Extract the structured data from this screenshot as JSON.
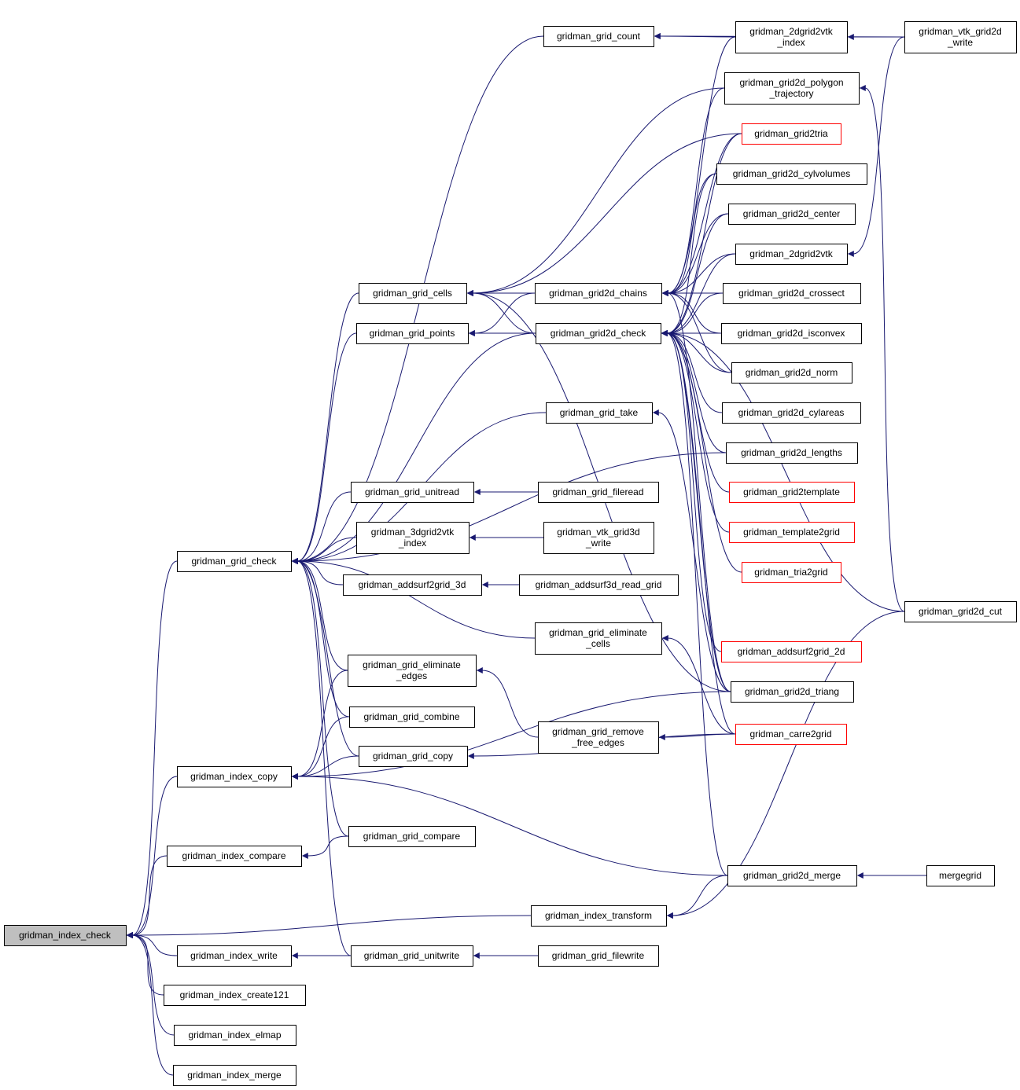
{
  "nodes": [
    {
      "id": "index_check",
      "lines": [
        "gridman_index_check"
      ],
      "current": true
    },
    {
      "id": "grid_check",
      "lines": [
        "gridman_grid_check"
      ]
    },
    {
      "id": "index_copy",
      "lines": [
        "gridman_index_copy"
      ]
    },
    {
      "id": "index_compare",
      "lines": [
        "gridman_index_compare"
      ]
    },
    {
      "id": "index_write",
      "lines": [
        "gridman_index_write"
      ]
    },
    {
      "id": "index_create121",
      "lines": [
        "gridman_index_create121"
      ]
    },
    {
      "id": "index_elmap",
      "lines": [
        "gridman_index_elmap"
      ]
    },
    {
      "id": "index_merge",
      "lines": [
        "gridman_index_merge"
      ]
    },
    {
      "id": "grid_count",
      "lines": [
        "gridman_grid_count"
      ]
    },
    {
      "id": "grid_cells",
      "lines": [
        "gridman_grid_cells"
      ]
    },
    {
      "id": "grid_points",
      "lines": [
        "gridman_grid_points"
      ]
    },
    {
      "id": "grid_unitread",
      "lines": [
        "gridman_grid_unitread"
      ]
    },
    {
      "id": "g3dgrid2vtk_index",
      "lines": [
        "gridman_3dgrid2vtk",
        "_index"
      ]
    },
    {
      "id": "addsurf2grid_3d",
      "lines": [
        "gridman_addsurf2grid_3d"
      ]
    },
    {
      "id": "grid_eliminate_edges",
      "lines": [
        "gridman_grid_eliminate",
        "_edges"
      ]
    },
    {
      "id": "grid_combine",
      "lines": [
        "gridman_grid_combine"
      ]
    },
    {
      "id": "grid_copy",
      "lines": [
        "gridman_grid_copy"
      ]
    },
    {
      "id": "grid_compare",
      "lines": [
        "gridman_grid_compare"
      ]
    },
    {
      "id": "grid_unitwrite",
      "lines": [
        "gridman_grid_unitwrite"
      ]
    },
    {
      "id": "grid2d_chains",
      "lines": [
        "gridman_grid2d_chains"
      ]
    },
    {
      "id": "grid2d_check",
      "lines": [
        "gridman_grid2d_check"
      ]
    },
    {
      "id": "grid_take",
      "lines": [
        "gridman_grid_take"
      ]
    },
    {
      "id": "grid_fileread",
      "lines": [
        "gridman_grid_fileread"
      ]
    },
    {
      "id": "vtk_grid3d_write",
      "lines": [
        "gridman_vtk_grid3d",
        "_write"
      ]
    },
    {
      "id": "addsurf3d_read_grid",
      "lines": [
        "gridman_addsurf3d_read_grid"
      ]
    },
    {
      "id": "grid_eliminate_cells",
      "lines": [
        "gridman_grid_eliminate",
        "_cells"
      ]
    },
    {
      "id": "grid_remove_free_edges",
      "lines": [
        "gridman_grid_remove",
        "_free_edges"
      ]
    },
    {
      "id": "index_transform",
      "lines": [
        "gridman_index_transform"
      ]
    },
    {
      "id": "grid_filewrite",
      "lines": [
        "gridman_grid_filewrite"
      ]
    },
    {
      "id": "g2dgrid2vtk_index",
      "lines": [
        "gridman_2dgrid2vtk",
        "_index"
      ]
    },
    {
      "id": "grid2d_polygon_trajectory",
      "lines": [
        "gridman_grid2d_polygon",
        "_trajectory"
      ]
    },
    {
      "id": "grid2tria",
      "lines": [
        "gridman_grid2tria"
      ],
      "red": true
    },
    {
      "id": "grid2d_cylvolumes",
      "lines": [
        "gridman_grid2d_cylvolumes"
      ]
    },
    {
      "id": "grid2d_center",
      "lines": [
        "gridman_grid2d_center"
      ]
    },
    {
      "id": "g2dgrid2vtk",
      "lines": [
        "gridman_2dgrid2vtk"
      ]
    },
    {
      "id": "grid2d_crossect",
      "lines": [
        "gridman_grid2d_crossect"
      ]
    },
    {
      "id": "grid2d_isconvex",
      "lines": [
        "gridman_grid2d_isconvex"
      ]
    },
    {
      "id": "grid2d_norm",
      "lines": [
        "gridman_grid2d_norm"
      ]
    },
    {
      "id": "grid2d_cylareas",
      "lines": [
        "gridman_grid2d_cylareas"
      ]
    },
    {
      "id": "grid2d_lengths",
      "lines": [
        "gridman_grid2d_lengths"
      ]
    },
    {
      "id": "grid2template",
      "lines": [
        "gridman_grid2template"
      ],
      "red": true
    },
    {
      "id": "template2grid",
      "lines": [
        "gridman_template2grid"
      ],
      "red": true
    },
    {
      "id": "tria2grid",
      "lines": [
        "gridman_tria2grid"
      ],
      "red": true
    },
    {
      "id": "addsurf2grid_2d",
      "lines": [
        "gridman_addsurf2grid_2d"
      ],
      "red": true
    },
    {
      "id": "grid2d_triang",
      "lines": [
        "gridman_grid2d_triang"
      ]
    },
    {
      "id": "carre2grid",
      "lines": [
        "gridman_carre2grid"
      ],
      "red": true
    },
    {
      "id": "grid2d_merge",
      "lines": [
        "gridman_grid2d_merge"
      ]
    },
    {
      "id": "vtk_grid2d_write",
      "lines": [
        "gridman_vtk_grid2d",
        "_write"
      ]
    },
    {
      "id": "grid2d_cut",
      "lines": [
        "gridman_grid2d_cut"
      ]
    },
    {
      "id": "mergegrid",
      "lines": [
        "mergegrid"
      ]
    }
  ],
  "edges": [
    [
      "index_check",
      "grid_check"
    ],
    [
      "index_check",
      "index_copy"
    ],
    [
      "index_check",
      "index_compare"
    ],
    [
      "index_check",
      "index_write"
    ],
    [
      "index_check",
      "index_create121"
    ],
    [
      "index_check",
      "index_elmap"
    ],
    [
      "index_check",
      "index_merge"
    ],
    [
      "index_check",
      "index_transform"
    ],
    [
      "grid_check",
      "grid_count"
    ],
    [
      "grid_check",
      "grid_cells"
    ],
    [
      "grid_check",
      "grid_points"
    ],
    [
      "grid_check",
      "grid2d_check"
    ],
    [
      "grid_check",
      "grid_take"
    ],
    [
      "grid_check",
      "grid2d_lengths"
    ],
    [
      "grid_check",
      "grid_unitread"
    ],
    [
      "grid_check",
      "g3dgrid2vtk_index"
    ],
    [
      "grid_check",
      "addsurf2grid_3d"
    ],
    [
      "grid_check",
      "grid_eliminate_cells"
    ],
    [
      "grid_check",
      "grid_eliminate_edges"
    ],
    [
      "grid_check",
      "grid_combine"
    ],
    [
      "grid_check",
      "grid_copy"
    ],
    [
      "grid_check",
      "grid_compare"
    ],
    [
      "grid_check",
      "grid_unitwrite"
    ],
    [
      "grid_count",
      "g2dgrid2vtk_index"
    ],
    [
      "grid_count",
      "vtk_grid2d_write"
    ],
    [
      "grid_cells",
      "grid2d_chains"
    ],
    [
      "grid_cells",
      "grid2d_check"
    ],
    [
      "grid_cells",
      "grid2d_polygon_trajectory"
    ],
    [
      "grid_cells",
      "grid2tria"
    ],
    [
      "grid_cells",
      "grid2d_triang"
    ],
    [
      "grid_points",
      "grid2d_chains"
    ],
    [
      "grid_points",
      "grid2d_check"
    ],
    [
      "grid2d_chains",
      "g2dgrid2vtk_index"
    ],
    [
      "grid2d_chains",
      "grid2d_polygon_trajectory"
    ],
    [
      "grid2d_chains",
      "grid2tria"
    ],
    [
      "grid2d_chains",
      "grid2d_cylvolumes"
    ],
    [
      "grid2d_chains",
      "grid2d_center"
    ],
    [
      "grid2d_chains",
      "g2dgrid2vtk"
    ],
    [
      "grid2d_chains",
      "grid2d_crossect"
    ],
    [
      "grid2d_chains",
      "grid2d_isconvex"
    ],
    [
      "grid2d_chains",
      "grid2d_norm"
    ],
    [
      "grid2d_chains",
      "grid2d_triang"
    ],
    [
      "grid2d_check",
      "grid2tria"
    ],
    [
      "grid2d_check",
      "grid2d_cylvolumes"
    ],
    [
      "grid2d_check",
      "grid2d_center"
    ],
    [
      "grid2d_check",
      "g2dgrid2vtk"
    ],
    [
      "grid2d_check",
      "grid2d_crossect"
    ],
    [
      "grid2d_check",
      "grid2d_isconvex"
    ],
    [
      "grid2d_check",
      "grid2d_norm"
    ],
    [
      "grid2d_check",
      "grid2d_cylareas"
    ],
    [
      "grid2d_check",
      "grid2d_lengths"
    ],
    [
      "grid2d_check",
      "grid2template"
    ],
    [
      "grid2d_check",
      "template2grid"
    ],
    [
      "grid2d_check",
      "tria2grid"
    ],
    [
      "grid2d_check",
      "grid2d_cut"
    ],
    [
      "grid2d_check",
      "addsurf2grid_2d"
    ],
    [
      "grid2d_check",
      "grid2d_triang"
    ],
    [
      "grid2d_check",
      "carre2grid"
    ],
    [
      "grid2d_check",
      "grid2d_merge"
    ],
    [
      "grid_take",
      "grid2d_triang"
    ],
    [
      "grid_unitread",
      "grid_fileread"
    ],
    [
      "g3dgrid2vtk_index",
      "vtk_grid3d_write"
    ],
    [
      "addsurf2grid_3d",
      "addsurf3d_read_grid"
    ],
    [
      "grid_eliminate_cells",
      "carre2grid"
    ],
    [
      "grid_eliminate_edges",
      "grid_remove_free_edges"
    ],
    [
      "grid_remove_free_edges",
      "carre2grid"
    ],
    [
      "grid_copy",
      "carre2grid"
    ],
    [
      "index_copy",
      "grid_eliminate_edges"
    ],
    [
      "index_copy",
      "grid_combine"
    ],
    [
      "index_copy",
      "grid_copy"
    ],
    [
      "index_copy",
      "grid2d_triang"
    ],
    [
      "index_copy",
      "grid2d_merge"
    ],
    [
      "index_compare",
      "grid_compare"
    ],
    [
      "index_write",
      "grid_unitwrite"
    ],
    [
      "grid_unitwrite",
      "grid_filewrite"
    ],
    [
      "index_transform",
      "grid2d_merge"
    ],
    [
      "index_transform",
      "grid2d_cut"
    ],
    [
      "g2dgrid2vtk_index",
      "vtk_grid2d_write"
    ],
    [
      "g2dgrid2vtk",
      "vtk_grid2d_write"
    ],
    [
      "grid2d_polygon_trajectory",
      "grid2d_cut"
    ],
    [
      "grid2d_merge",
      "mergegrid"
    ]
  ]
}
